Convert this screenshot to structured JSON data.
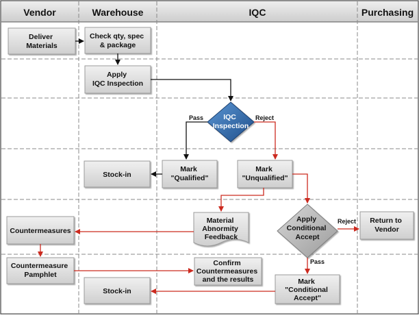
{
  "lanes": {
    "vendor": "Vendor",
    "warehouse": "Warehouse",
    "iqc": "IQC",
    "purchasing": "Purchasing"
  },
  "nodes": {
    "deliver": [
      "Deliver",
      "Materials"
    ],
    "check": [
      "Check qty, spec",
      "& package"
    ],
    "apply_iqc": [
      "Apply",
      "IQC Inspection"
    ],
    "iqc_inspection": [
      "IQC",
      "Inspection"
    ],
    "stock_in_1": [
      "Stock-in"
    ],
    "mark_qualified": [
      "Mark",
      "\"Qualified\""
    ],
    "mark_unqualified": [
      "Mark",
      "\"Unqualified\""
    ],
    "countermeasures": [
      "Countermeasures"
    ],
    "feedback": [
      "Material",
      "Abnormity",
      "Feedback"
    ],
    "apply_conditional": [
      "Apply",
      "Conditional",
      "Accept"
    ],
    "return_vendor": [
      "Return to",
      "Vendor"
    ],
    "pamphlet": [
      "Countermeasure",
      "Pamphlet"
    ],
    "confirm": [
      "Confirm",
      "Countermeasures",
      "and the results"
    ],
    "stock_in_2": [
      "Stock-in"
    ],
    "mark_conditional": [
      "Mark",
      "\"Conditional",
      "Accept\""
    ]
  },
  "edge_labels": {
    "pass_1": "Pass",
    "reject_1": "Reject",
    "reject_2": "Reject",
    "pass_2": "Pass"
  },
  "colors": {
    "header_fill": "#d9d9d9",
    "box_fill": "#dcdcdc",
    "diamond_gray": "#b8b8b8",
    "diamond_blue": "#2a67a8",
    "arrow_black": "#111111",
    "arrow_red": "#cc2a1f",
    "grid_dash": "#888888"
  }
}
